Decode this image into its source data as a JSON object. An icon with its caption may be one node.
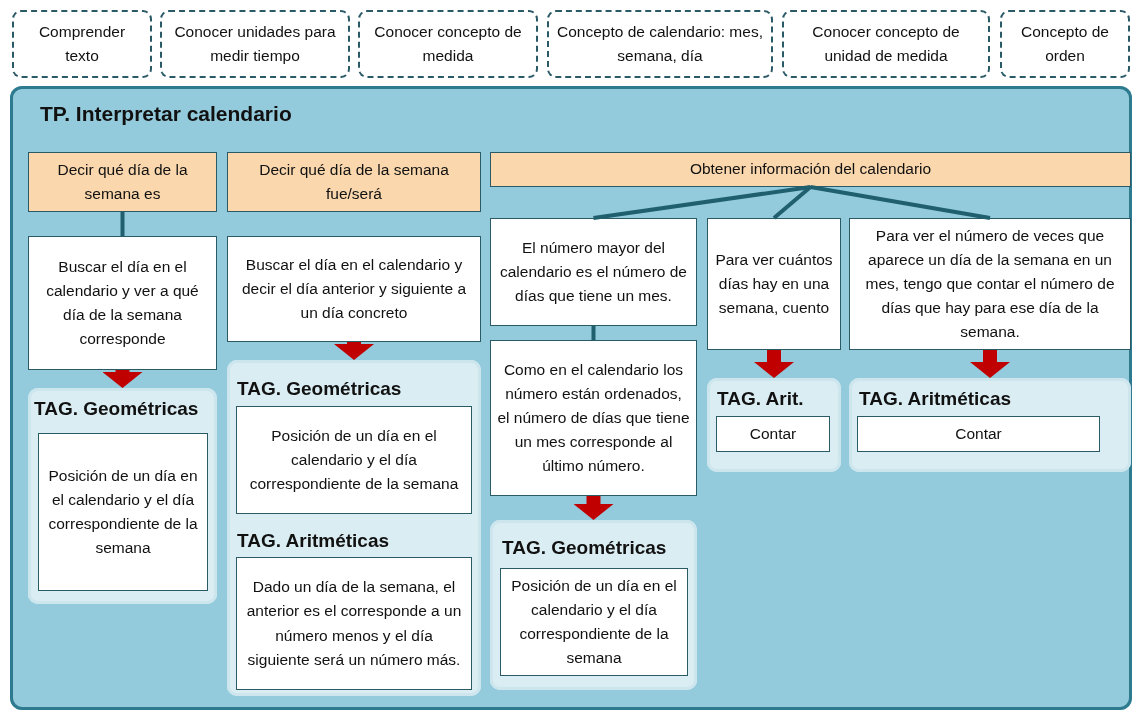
{
  "diagram": {
    "nodes": [
      {
        "text": [
          "Comprender texto"
        ]
      },
      {
        "text": [
          "Conocer unidades para medir tiempo"
        ]
      },
      {
        "text": [
          "Conocer concepto de medida"
        ]
      },
      {
        "text": [
          "Concepto de calendario: mes, semana, día"
        ]
      },
      {
        "text": [
          "Conocer concepto de unidad de medida"
        ]
      },
      {
        "text": [
          "Concepto de orden"
        ]
      },
      {
        "text": [
          "TP. Interpretar calendario"
        ]
      },
      {
        "text": [
          "Decir qué día de la semana es"
        ],
        "in": 6
      },
      {
        "text": [
          "Decir qué día de la semana fue/será"
        ],
        "in": 6
      },
      {
        "text": [
          "Obtener información del calendario"
        ],
        "in": 6
      },
      {
        "text": [
          "Buscar el día en el calendario y ver a qué día de la semana corresponde"
        ],
        "in": 6
      },
      {
        "text": [
          "Buscar el día en el calendario y decir el día anterior y siguiente a un día concreto"
        ],
        "in": 6
      },
      {
        "text": [
          "El número mayor del calendario es el número de días que tiene un mes."
        ],
        "in": 6
      },
      {
        "text": [
          "Para ver cuántos días hay en una semana, cuento"
        ],
        "in": 6
      },
      {
        "text": [
          "Para ver el número de veces que aparece un día de la semana en un mes, tengo que contar el número de días que hay para ese día de la semana."
        ],
        "in": 6
      },
      {
        "text": [
          "Como en el calendario los número están ordenados, el número de días que tiene un mes corresponde al último número."
        ],
        "in": 6
      },
      {
        "text": [
          "TAG. Geométricas"
        ],
        "in": 6
      },
      {
        "text": [
          "Posición de un día en el calendario y el día correspondiente de la semana"
        ],
        "in": 16
      },
      {
        "text": [
          "TAG. Geométricas",
          "TAG. Aritméticas"
        ],
        "in": 6
      },
      {
        "text": [
          "Posición de un día en el calendario y el día correspondiente de la semana"
        ],
        "in": 18
      },
      {
        "text": [
          "Dado un día de la semana, el anterior es el corresponde a un número menos y el día siguiente será un número más."
        ],
        "in": 18
      },
      {
        "text": [
          "TAG. Geométricas"
        ],
        "in": 6
      },
      {
        "text": [
          "Posición de un día en el calendario y el día correspondiente de la semana"
        ],
        "in": 21
      },
      {
        "text": [
          "TAG. Arit."
        ],
        "in": 6
      },
      {
        "text": [
          "Contar"
        ],
        "in": 23
      },
      {
        "text": [
          "TAG. Aritméticas"
        ],
        "in": 6
      },
      {
        "text": [
          "Contar"
        ],
        "in": 25
      }
    ],
    "edges": [
      {
        "from": 7,
        "to": 10,
        "arrow": "none"
      },
      {
        "from": 9,
        "to": 12,
        "arrow": "none"
      },
      {
        "from": 9,
        "to": 13,
        "arrow": "none"
      },
      {
        "from": 9,
        "to": 14,
        "arrow": "none"
      },
      {
        "from": 12,
        "to": 15,
        "arrow": "none"
      },
      {
        "from": 10,
        "to": 16,
        "arrow": "to",
        "style": "thick",
        "color": "#c00000"
      },
      {
        "from": 11,
        "to": 18,
        "arrow": "to",
        "style": "thick",
        "color": "#c00000"
      },
      {
        "from": 15,
        "to": 21,
        "arrow": "to",
        "style": "thick",
        "color": "#c00000"
      },
      {
        "from": 13,
        "to": 23,
        "arrow": "to",
        "style": "thick",
        "color": "#c00000"
      },
      {
        "from": 14,
        "to": 25,
        "arrow": "to",
        "style": "thick",
        "color": "#c00000"
      }
    ]
  }
}
